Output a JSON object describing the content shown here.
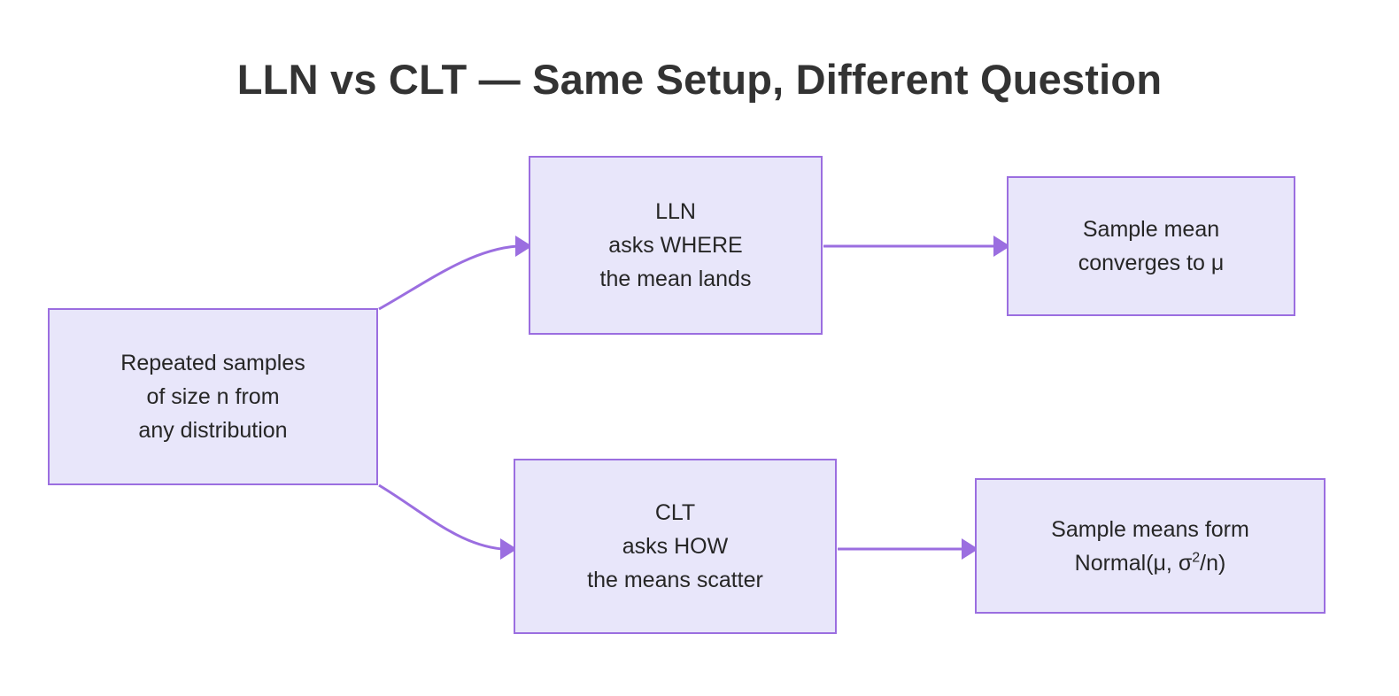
{
  "title": "LLN vs CLT — Same Setup, Different Question",
  "colors": {
    "node_fill": "#e8e6fa",
    "node_border": "#9b6ee0",
    "edge": "#9b6ee0",
    "title_text": "#333333",
    "node_text": "#262626",
    "background": "#ffffff"
  },
  "nodes": {
    "source": {
      "line1": "Repeated samples",
      "line2": "of size n from",
      "line3": "any distribution"
    },
    "lln": {
      "line1": "LLN",
      "line2": "asks WHERE",
      "line3": "the mean lands"
    },
    "lln_out": {
      "line1": "Sample mean",
      "line2": "converges to μ"
    },
    "clt": {
      "line1": "CLT",
      "line2": "asks HOW",
      "line3": "the means scatter"
    },
    "clt_out": {
      "line1": "Sample means form",
      "line2_pre": "Normal(μ, σ",
      "line2_sup": "2",
      "line2_post": "/n)"
    }
  },
  "edges": [
    {
      "name": "source-to-lln",
      "from": "source",
      "to": "lln",
      "style": "curved",
      "label": ""
    },
    {
      "name": "source-to-clt",
      "from": "source",
      "to": "clt",
      "style": "curved",
      "label": ""
    },
    {
      "name": "lln-to-lln-out",
      "from": "lln",
      "to": "lln_out",
      "style": "straight",
      "label": ""
    },
    {
      "name": "clt-to-clt-out",
      "from": "clt",
      "to": "clt_out",
      "style": "straight",
      "label": ""
    }
  ]
}
